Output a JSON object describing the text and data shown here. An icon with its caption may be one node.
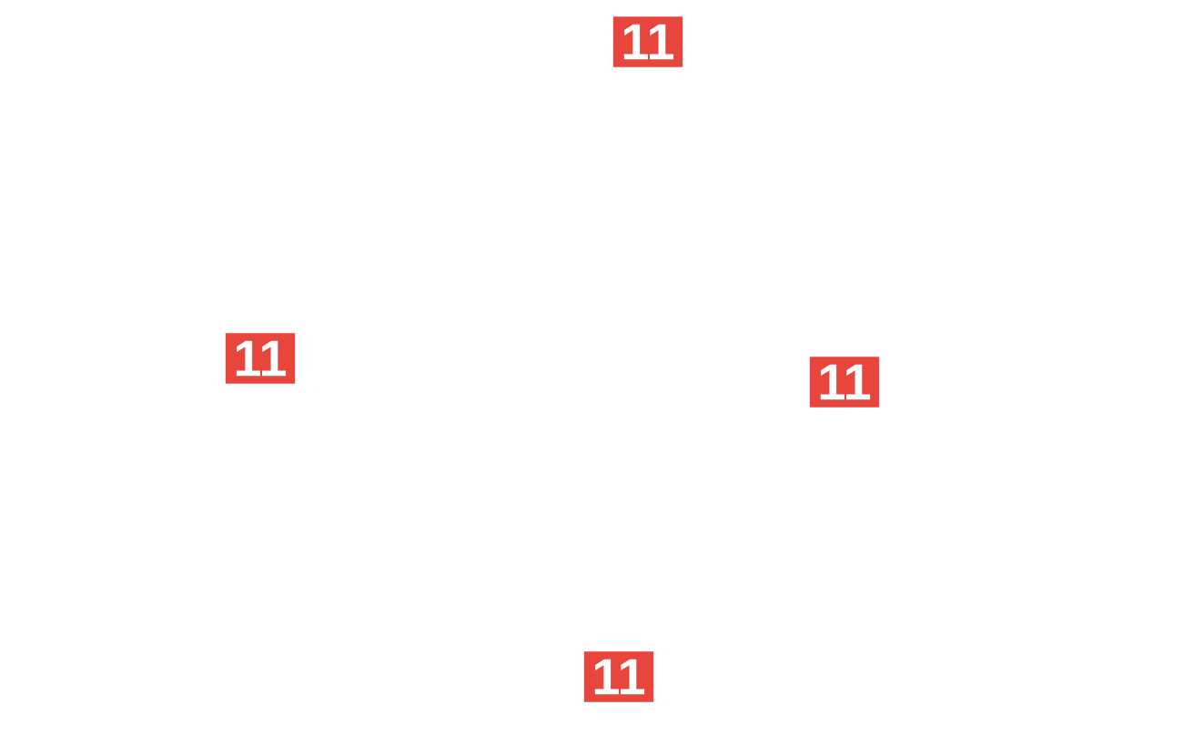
{
  "diagram": {
    "labels": [
      "11",
      "11",
      "11",
      "11"
    ]
  }
}
